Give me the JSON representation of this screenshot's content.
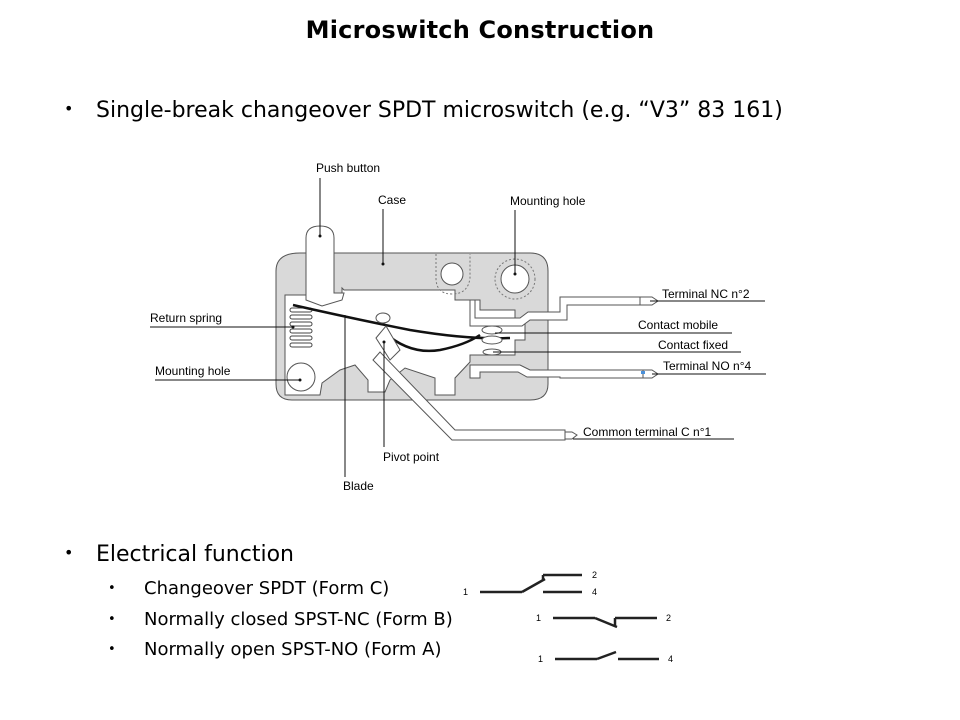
{
  "slide": {
    "title": "Microswitch Construction",
    "bullets": [
      {
        "text": "Single-break changeover SPDT microswitch (e.g. “V3” 83 161)"
      },
      {
        "text": "Electrical function",
        "sub": [
          {
            "text": "Changeover SPDT (Form C)",
            "symbol": "form-c",
            "terminals": [
              "1",
              "2",
              "4"
            ]
          },
          {
            "text": "Normally closed SPST-NC (Form B)",
            "symbol": "form-b",
            "terminals": [
              "1",
              "2"
            ]
          },
          {
            "text": "Normally open SPST-NO (Form A)",
            "symbol": "form-a",
            "terminals": [
              "1",
              "4"
            ]
          }
        ]
      }
    ],
    "bullet_glyph": "•"
  },
  "diagram": {
    "labels": {
      "push_button": "Push button",
      "case": "Case",
      "mounting_hole_top": "Mounting hole",
      "return_spring": "Return spring",
      "mounting_hole_left": "Mounting hole",
      "terminal_nc": "Terminal NC n°2",
      "contact_mobile": "Contact mobile",
      "contact_fixed": "Contact fixed",
      "terminal_no": "Terminal NO n°4",
      "common_terminal": "Common terminal C n°1",
      "pivot_point": "Pivot point",
      "blade": "Blade"
    },
    "colors": {
      "case_fill": "#d9d9d9",
      "outline": "#4a4a4a",
      "line": "#000000",
      "accent": "#4a90d9"
    }
  }
}
